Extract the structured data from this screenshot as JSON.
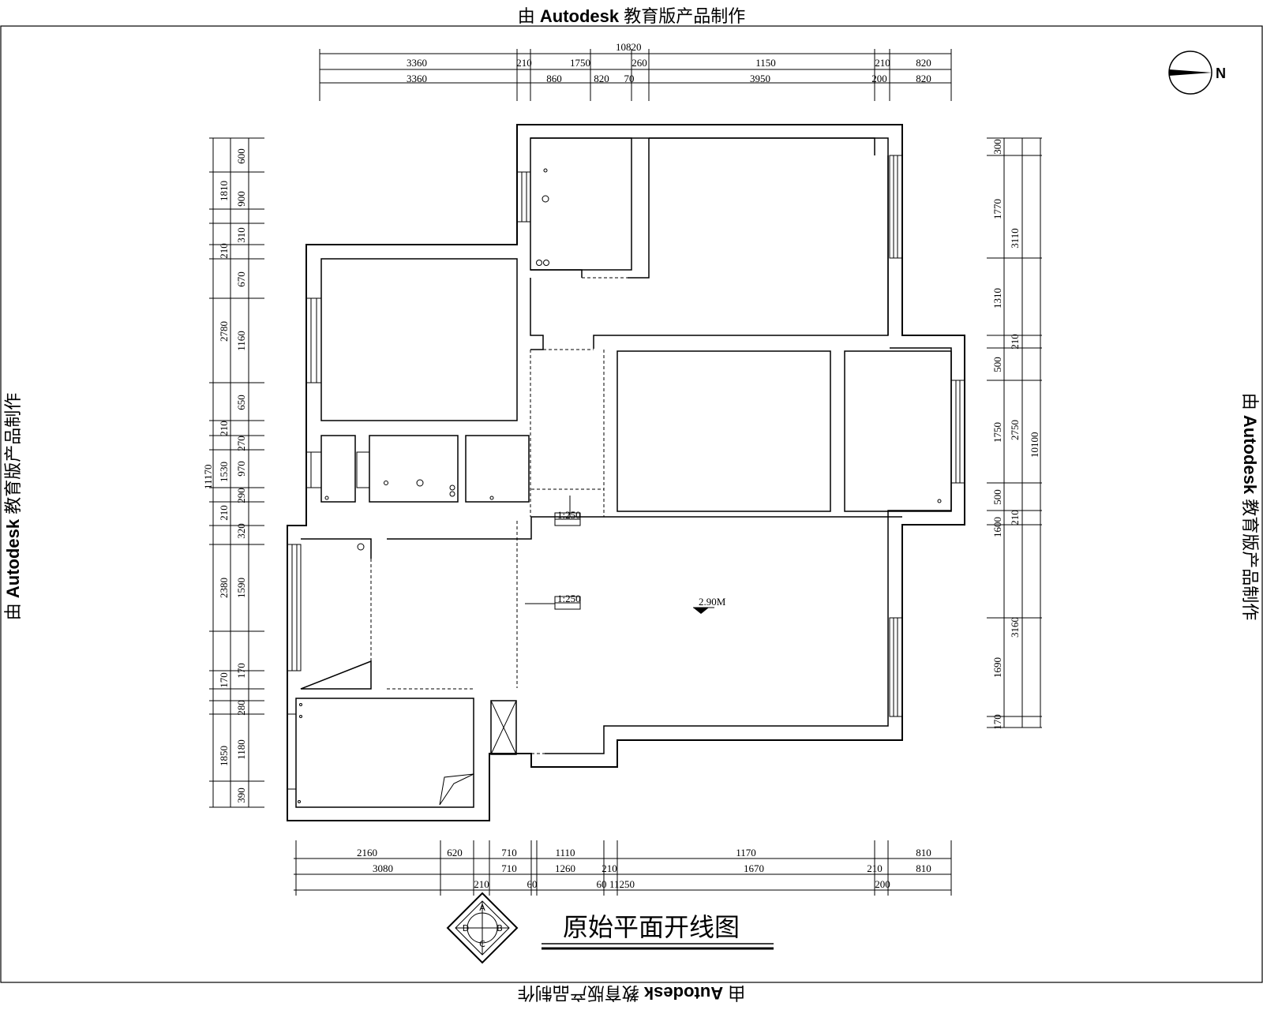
{
  "watermark": {
    "prefix": "由 ",
    "brand": "Autodesk",
    "suffix": " 教育版产品制作"
  },
  "drawing_title": "原始平面开线图",
  "north_label": "N",
  "compass_letters": [
    "A",
    "B",
    "C",
    "D"
  ],
  "elevation_mark": "2.90M",
  "door_tags": [
    "1:250",
    "1:250"
  ],
  "dims_top_outer": "10820",
  "dims_top_row1": [
    "3360",
    "210",
    "1750",
    "260",
    "1150",
    "210",
    "820"
  ],
  "dims_top_row2": [
    "3360",
    "860",
    "820",
    "70",
    "3950",
    "200",
    "820"
  ],
  "dims_bottom_row1": [
    "2160",
    "620",
    "710",
    "1110",
    "1170",
    "810"
  ],
  "dims_bottom_row2": [
    "3080",
    "710",
    "1260",
    "210",
    "1670",
    "210",
    "810"
  ],
  "dims_bottom_row3": [
    "210",
    "60",
    "60",
    "11250",
    "200"
  ],
  "dims_left_outer": "11170",
  "dims_left_mid": [
    "1810",
    "210",
    "2780",
    "210",
    "1530",
    "210",
    "2380",
    "170",
    "1850"
  ],
  "dims_left_inner": [
    "600",
    "900",
    "310",
    "670",
    "1160",
    "650",
    "270",
    "970",
    "290",
    "320",
    "1590",
    "170",
    "280",
    "1180",
    "390"
  ],
  "dims_right_outer": "10100",
  "dims_right_mid": [
    "3110",
    "210",
    "2750",
    "210",
    "3160"
  ],
  "dims_right_inner": [
    "300",
    "1770",
    "1310",
    "500",
    "1750",
    "500",
    "1600",
    "1690",
    "170"
  ]
}
